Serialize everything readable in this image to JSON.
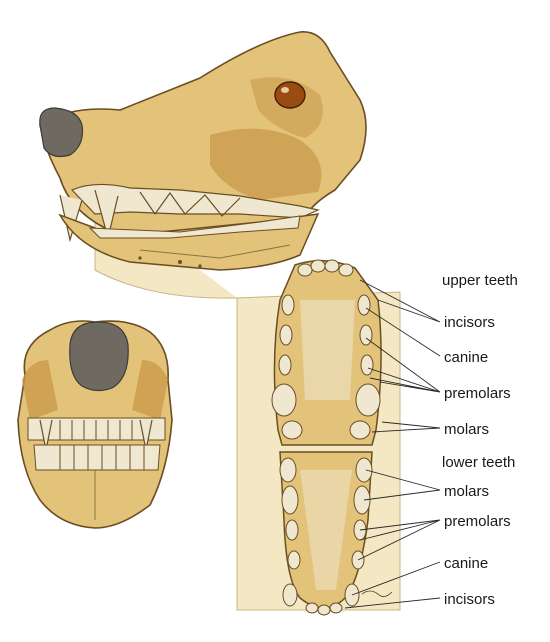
{
  "labels": {
    "upper_teeth": "upper teeth",
    "upper_incisors": "incisors",
    "upper_canine": "canine",
    "upper_premolars": "premolars",
    "upper_molars": "molars",
    "lower_teeth": "lower teeth",
    "lower_molars": "molars",
    "lower_premolars": "premolars",
    "lower_canine": "canine",
    "lower_incisors": "incisors"
  },
  "colors": {
    "bone": "#e3c37a",
    "bone_dark": "#c99a4b",
    "shadow": "#8a7443",
    "eye": "#9a4b12",
    "nose": "#6e6a62",
    "tooth": "#efe7cf",
    "panel": "#f3e7c4",
    "outline": "#6a4e22"
  }
}
